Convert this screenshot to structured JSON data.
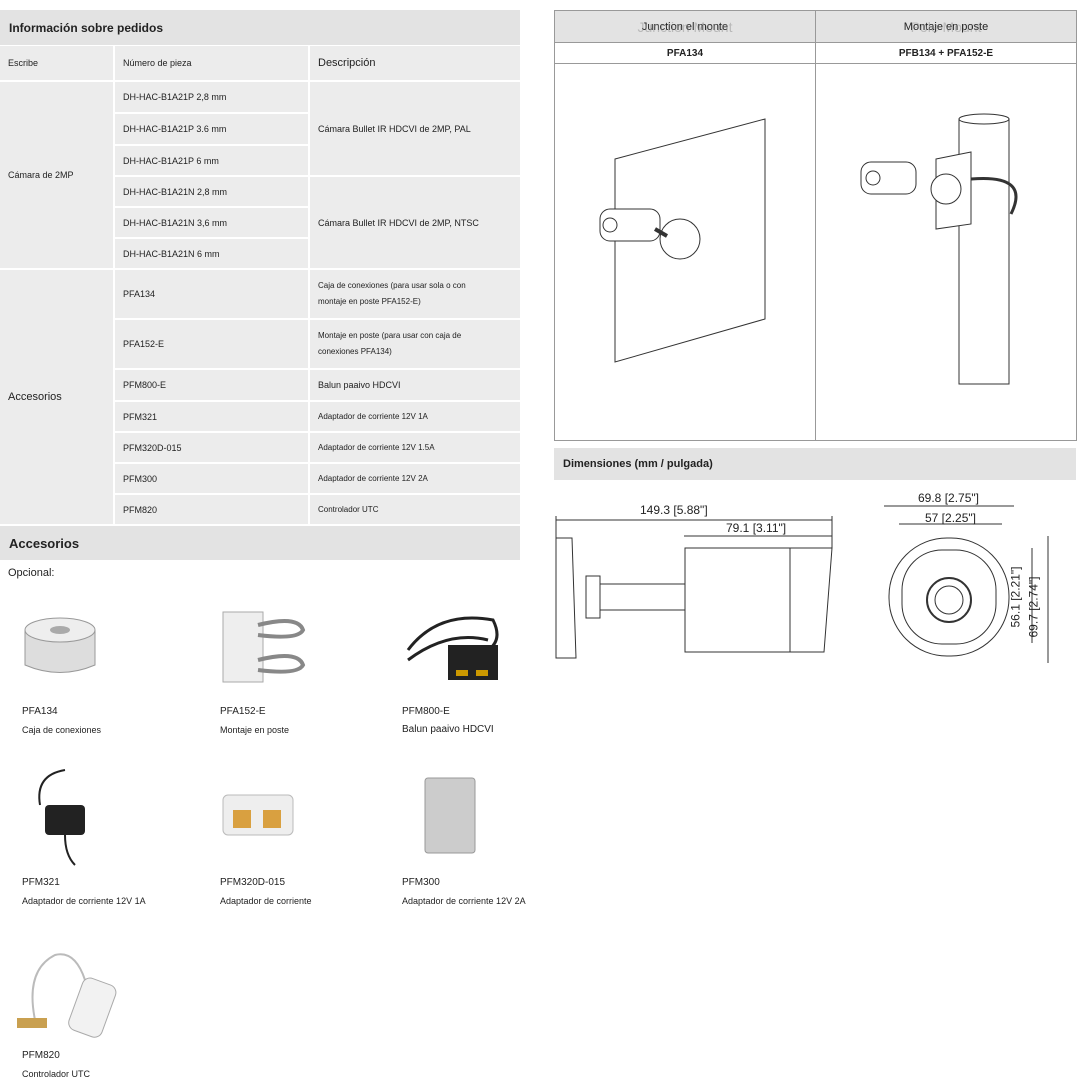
{
  "ordering": {
    "title": "Información sobre pedidos",
    "headers": [
      "Escribe",
      "Número de pieza",
      "Descripción"
    ],
    "camera_type": "Cámara de 2MP",
    "cameras": [
      "DH-HAC-B1A21P 2,8 mm",
      "DH-HAC-B1A21P 3.6 mm",
      "DH-HAC-B1A21P 6 mm",
      "DH-HAC-B1A21N 2,8 mm",
      "DH-HAC-B1A21N 3,6 mm",
      "DH-HAC-B1A21N 6 mm"
    ],
    "camera_desc": [
      "Cámara Bullet IR HDCVI de 2MP, PAL",
      "Cámara Bullet IR HDCVI de 2MP, NTSC"
    ],
    "acc_type": "Accesorios",
    "accessories": [
      {
        "part": "PFA134",
        "desc": "Caja de conexiones (para usar sola o con montaje en poste PFA152-E)"
      },
      {
        "part": "PFA152-E",
        "desc": "Montaje en poste (para usar con caja de conexiones PFA134)"
      },
      {
        "part": "PFM800-E",
        "desc": "Balun paaivo HDCVI"
      },
      {
        "part": "PFM321",
        "desc": "Adaptador de corriente 12V 1A"
      },
      {
        "part": "PFM320D-015",
        "desc": "Adaptador de corriente 12V 1.5A"
      },
      {
        "part": "PFM300",
        "desc": "Adaptador de corriente 12V 2A"
      },
      {
        "part": "PFM820",
        "desc": "Controlador UTC"
      }
    ]
  },
  "mount": {
    "cols": [
      {
        "title": "Junction Mount",
        "title_es": "Junction el monte",
        "part": "PFA134"
      },
      {
        "title": "Pole Mount",
        "title_es": "Montaje en poste",
        "part": "PFB134 + PFA152-E"
      }
    ]
  },
  "dimensions": {
    "title": "Dimensiones (mm / pulgada)",
    "side_total": "149.3 [5.88\"]",
    "side_body": "79.1 [3.11\"]",
    "front_w": "69.8 [2.75\"]",
    "front_inner": "57 [2.25\"]",
    "front_h1": "56.1 [2.21\"]",
    "front_h2": "69.7 [2.74\"]"
  },
  "acc_section": {
    "title": "Accesorios",
    "optional": "Opcional:",
    "items": [
      {
        "name": "PFA134",
        "desc": "Caja de conexiones"
      },
      {
        "name": "PFA152-E",
        "desc": "Montaje en poste"
      },
      {
        "name": "PFM800-E",
        "desc": "Balun paaivo HDCVI"
      },
      {
        "name": "PFM321",
        "desc": "Adaptador de corriente 12V 1A"
      },
      {
        "name": "PFM320D-015",
        "desc": "Adaptador de corriente"
      },
      {
        "name": "PFM300",
        "desc": "Adaptador de corriente 12V 2A"
      },
      {
        "name": "PFM820",
        "desc": "Controlador UTC"
      }
    ]
  }
}
